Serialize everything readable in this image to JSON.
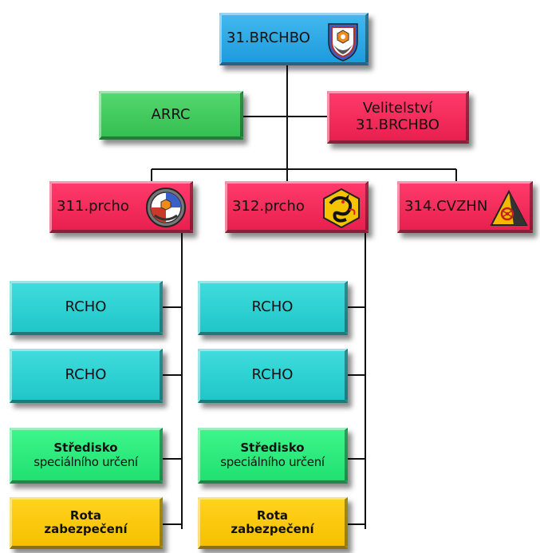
{
  "nodes": {
    "root": "31.BRCHBO",
    "arrc": "ARRC",
    "velitelstvi_line1": "Velitelství",
    "velitelstvi_line2": "31.BRCHBO",
    "prcho311": "311.prcho",
    "prcho312": "312.prcho",
    "cvzhn314": "314.CVZHN",
    "col1": {
      "rcho_a": "RCHO",
      "rcho_b": "RCHO",
      "stredisko_line1": "Středisko",
      "stredisko_line2": "speciálního určení",
      "rota_line1": "Rota",
      "rota_line2": "zabezpečení"
    },
    "col2": {
      "rcho_a": "RCHO",
      "rcho_b": "RCHO",
      "stredisko_line1": "Středisko",
      "stredisko_line2": "speciálního určení",
      "rota_line1": "Rota",
      "rota_line2": "zabezpečení"
    }
  },
  "emblems": [
    "brigade-shield-emblem",
    "prcho311-round-emblem",
    "prcho312-dragon-emblem",
    "cvzhn314-triangle-emblem"
  ],
  "colors": {
    "blue": "#1e9bdc",
    "green": "#35be52",
    "red": "#e8204f",
    "cyan": "#20c6c8",
    "light_green": "#20e070",
    "yellow": "#f5c000",
    "connector": "#111111"
  }
}
